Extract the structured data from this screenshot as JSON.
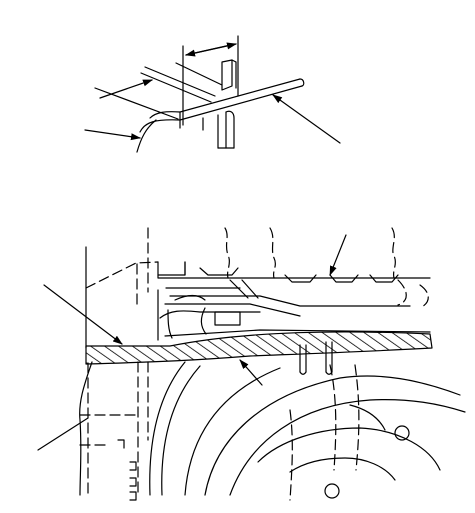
{
  "figure": {
    "background": "#ffffff",
    "ink": "#000000",
    "top_view": {
      "parts": [
        "dimension-bracket",
        "rail-pair",
        "bracket-plate",
        "upper-tube",
        "clip",
        "curved-line"
      ],
      "leader_count": 4
    },
    "bottom_view": {
      "parts": [
        "hidden-outline",
        "upper-structure",
        "hatched-band",
        "wheel-arcs",
        "hub",
        "studs"
      ],
      "leader_count": 4
    }
  }
}
